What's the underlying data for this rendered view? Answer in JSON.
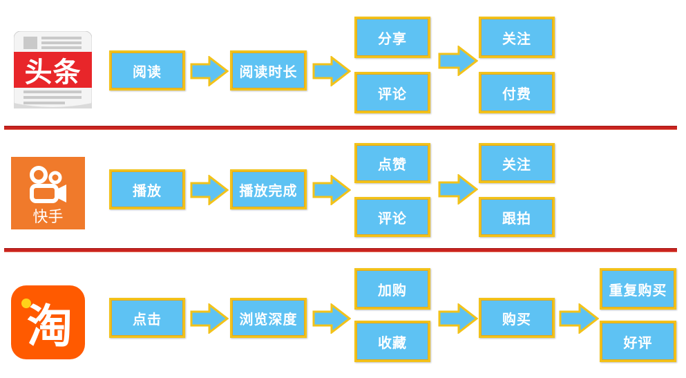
{
  "colors": {
    "box_fill": "#5ec2f3",
    "box_border": "#f2c21a",
    "arrow_fill": "#5ec2f3",
    "separator": "#c8231f",
    "toutiao_red": "#e8262a",
    "kuaishou_orange": "#f07a2b",
    "taobao_orange": "#ff5a00"
  },
  "rows": [
    {
      "app": {
        "name": "头条",
        "icon": "toutiao-logo"
      },
      "steps": [
        "阅读",
        "阅读时长"
      ],
      "split1": [
        "分享",
        "评论"
      ],
      "split2": [
        "关注",
        "付费"
      ]
    },
    {
      "app": {
        "name": "快手",
        "icon": "kuaishou-logo"
      },
      "steps": [
        "播放",
        "播放完成"
      ],
      "split1": [
        "点赞",
        "评论"
      ],
      "split2": [
        "关注",
        "跟拍"
      ]
    },
    {
      "app": {
        "name": "淘",
        "icon": "taobao-logo"
      },
      "steps": [
        "点击",
        "浏览深度"
      ],
      "split1": [
        "加购",
        "收藏"
      ],
      "step3": "购买",
      "split2": [
        "重复购买",
        "好评"
      ]
    }
  ]
}
